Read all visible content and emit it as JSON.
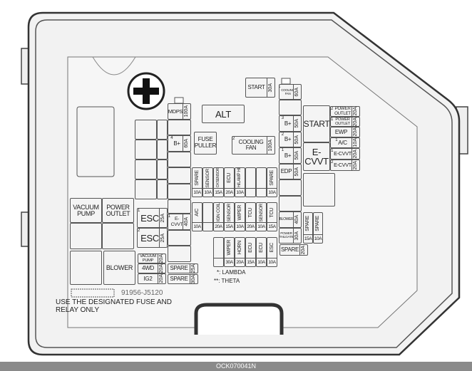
{
  "caption": "OCK070041N",
  "part_number": "91956-J5120",
  "notice": [
    "USE THE DESIGNATED FUSE AND",
    "RELAY ONLY"
  ],
  "legend": {
    "lambda": "*: LAMBDA",
    "theta": "**: THETA"
  },
  "relays": {
    "start_top": {
      "label": "START",
      "rating": "30A"
    },
    "mdps": {
      "label": "MDPS",
      "rating": "100A"
    },
    "alt": {
      "label": "ALT"
    },
    "b4": {
      "num": "4",
      "label": "B+",
      "rating": "60A"
    },
    "fuse_puller": {
      "label": "FUSE PULLER"
    },
    "cooling_fan2": {
      "num": "2",
      "label": "COOLING FAN",
      "rating": "100A"
    },
    "cooling_fan1": {
      "num": "1",
      "label": "COOLING FAN",
      "rating": "60A"
    },
    "b3": {
      "num": "3",
      "label": "B+",
      "rating": "50A"
    },
    "b2": {
      "num": "2",
      "label": "B+",
      "rating": "50A"
    },
    "b1": {
      "num": "1",
      "label": "B+",
      "rating": "50A"
    },
    "edp": {
      "label": "EDP",
      "rating": "50A"
    },
    "blower_fuse": {
      "label": "BLOWER",
      "rating": "40A"
    },
    "power_tailgate": {
      "label": "POWER TAILGATE",
      "rating": "30A"
    },
    "spare_20": {
      "label": "SPARE",
      "rating": "20A"
    },
    "start_relay": {
      "label": "START"
    },
    "ecvvt_relay": {
      "label": "E-CVVT"
    },
    "power_outlet2": {
      "num": "2",
      "label": "POWER OUTLET",
      "rating": "20A"
    },
    "power_outlet1": {
      "num": "1",
      "label": "POWER OUTLET",
      "rating": "20A"
    },
    "ewp": {
      "label": "EWP",
      "rating": "20A"
    },
    "ac1": {
      "num": "1",
      "label": "A/C",
      "rating": "10A"
    },
    "ecvvt1": {
      "num": "1",
      "label": "E-CVVT",
      "rating": "20A"
    },
    "ecvvt2": {
      "num": "2",
      "label": "E-CVVT",
      "rating": "20A"
    },
    "spare15": {
      "label": "SPARE",
      "rating": "15A"
    },
    "spare10": {
      "label": "SPARE",
      "rating": "10A"
    },
    "vacuum_pump_relay": {
      "label": "VACUUM PUMP"
    },
    "power_outlet_relay": {
      "label": "POWER OUTLET"
    },
    "blower_relay": {
      "label": "BLOWER"
    },
    "esc1": {
      "num": "1",
      "label": "ESC",
      "rating": "25A"
    },
    "esc2": {
      "num": "2",
      "label": "ESC",
      "rating": "25A"
    },
    "ecvvt_40": {
      "num": "1",
      "label": "E-CVVT",
      "rating": "40A"
    },
    "vacuum_pump_fuse": {
      "label": "VACUUM PUMP",
      "rating": "20A"
    },
    "fwd": {
      "label": "4WD",
      "rating": "20A"
    },
    "ig2": {
      "label": "IG2",
      "rating": "20A"
    },
    "spare25": {
      "label": "SPARE",
      "rating": "25A"
    },
    "spare30": {
      "label": "SPARE",
      "rating": "30A"
    }
  },
  "mini_rows": [
    [
      {
        "label": "SPARE",
        "rating": "10A"
      },
      {
        "label": "SENSOR",
        "rating": "10A"
      },
      {
        "label": "OXSENSOR",
        "rating": "15A"
      },
      {
        "label": "ECU",
        "rating": "20A"
      },
      {
        "label": "H/LAMP HI",
        "rating": "10A"
      },
      {
        "label": "",
        "rating": ""
      },
      {
        "label": "",
        "rating": ""
      },
      {
        "label": "SPARE",
        "rating": "10A"
      }
    ],
    [
      {
        "label": "A/C",
        "rating": "10A"
      },
      {
        "label": "",
        "rating": ""
      },
      {
        "label": "IGN COIL",
        "rating": "20A"
      },
      {
        "label": "SENSOR",
        "rating": "15A"
      },
      {
        "label": "WIPER",
        "rating": "10A"
      },
      {
        "label": "TCU",
        "rating": "20A"
      },
      {
        "label": "SENSOR",
        "rating": "10A"
      },
      {
        "label": "TCU",
        "rating": "15A"
      }
    ],
    [
      {
        "label": "",
        "rating": ""
      },
      {
        "label": "WIPER",
        "rating": "30A"
      },
      {
        "label": "HORN",
        "rating": "20A"
      },
      {
        "label": "ECU",
        "rating": "15A"
      },
      {
        "label": "ECU",
        "rating": "10A"
      },
      {
        "label": "ESC",
        "rating": "10A"
      }
    ]
  ]
}
